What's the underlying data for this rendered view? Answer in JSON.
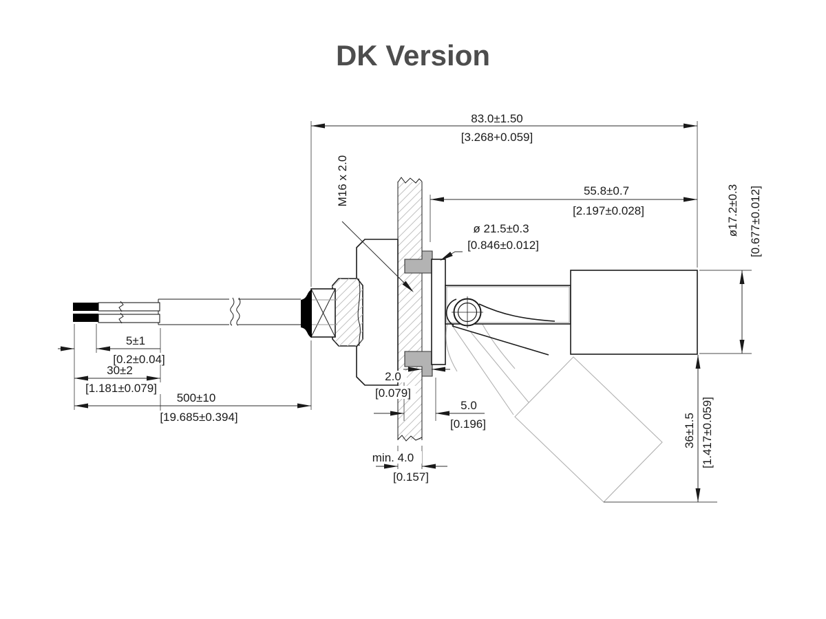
{
  "title": "DK Version",
  "dimensions": {
    "overall_length": {
      "mm": "83.0±1.50",
      "inch": "[3.268+0.059]"
    },
    "float_length": {
      "mm": "55.8±0.7",
      "inch": "[2.197±0.028]"
    },
    "flange_diameter": {
      "mm": "ø 21.5±0.3",
      "inch": "[0.846±0.012]"
    },
    "float_diameter": {
      "mm": "ø17.2±0.3",
      "inch": "[0.677±0.012]"
    },
    "thread_spec": {
      "mm": "M16 x 2.0"
    },
    "tinned_tip": {
      "mm": "5±1",
      "inch": "[0.2±0.04]"
    },
    "stripped_length": {
      "mm": "30±2",
      "inch": "[1.181±0.079]"
    },
    "cable_length": {
      "mm": "500±10",
      "inch": "[19.685±0.394]"
    },
    "gasket_thickness": {
      "mm": "2.0",
      "inch": "[0.079]"
    },
    "flange_offset": {
      "mm": "5.0",
      "inch": "[0.196]"
    },
    "wall_thickness": {
      "mm": "min. 4.0",
      "inch": "[0.157]"
    },
    "switching_height": {
      "mm": "36±1.5",
      "inch": "[1.417±0.059]"
    }
  }
}
